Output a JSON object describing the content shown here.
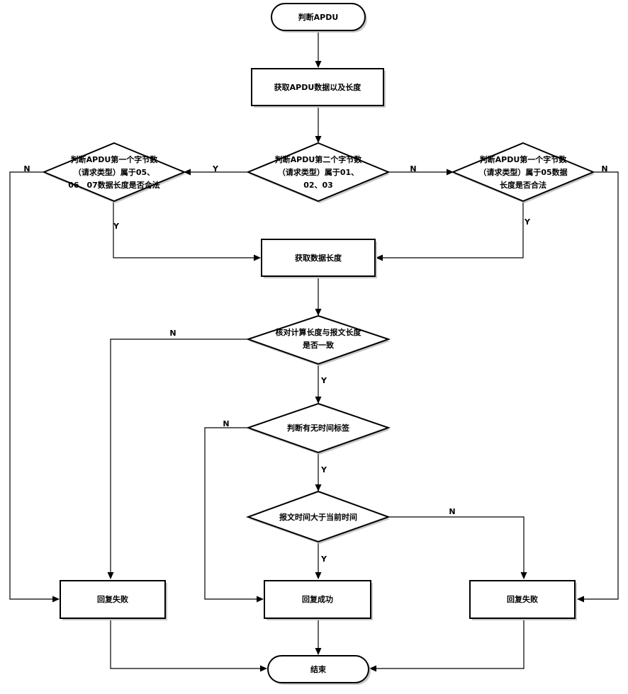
{
  "nodes": {
    "start": "判断APDU",
    "get_apdu": "获取APDU数据以及长度",
    "second_byte": [
      "判断APDU第二个字节数",
      "（请求类型）属于01、",
      "02、03"
    ],
    "first_byte_left": [
      "判断APDU第一个字节数",
      "（请求类型）属于05、",
      "06、07数据长度是否合法"
    ],
    "first_byte_right": [
      "判断APDU第一个字节数",
      "（请求类型）属于05数据",
      "长度是否合法"
    ],
    "get_length": "获取数据长度",
    "check_length": [
      "核对计算长度与报文长度",
      "是否一致"
    ],
    "check_timetag": "判断有无时间标签",
    "check_time": "报文时间大于当前时间",
    "fail_left": "回复失败",
    "success": "回复成功",
    "fail_right": "回复失败",
    "end": "结束"
  },
  "edges": {
    "yes": "Y",
    "no": "N"
  }
}
